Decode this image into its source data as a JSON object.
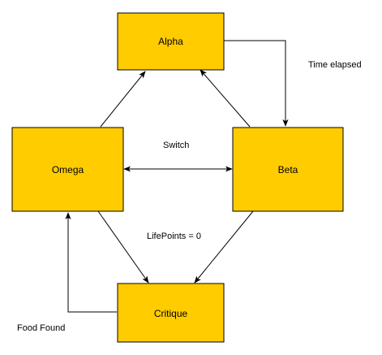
{
  "nodes": {
    "alpha": {
      "label": "Alpha"
    },
    "beta": {
      "label": "Beta"
    },
    "omega": {
      "label": "Omega"
    },
    "critique": {
      "label": "Critique"
    }
  },
  "edges": {
    "time_elapsed": {
      "label": "Time elapsed"
    },
    "switch": {
      "label": "Switch"
    },
    "lifepoints": {
      "label": "LifePoints = 0"
    },
    "food_found": {
      "label": "Food Found"
    }
  },
  "colors": {
    "node_fill": "#FFCC00",
    "stroke": "#000000"
  }
}
